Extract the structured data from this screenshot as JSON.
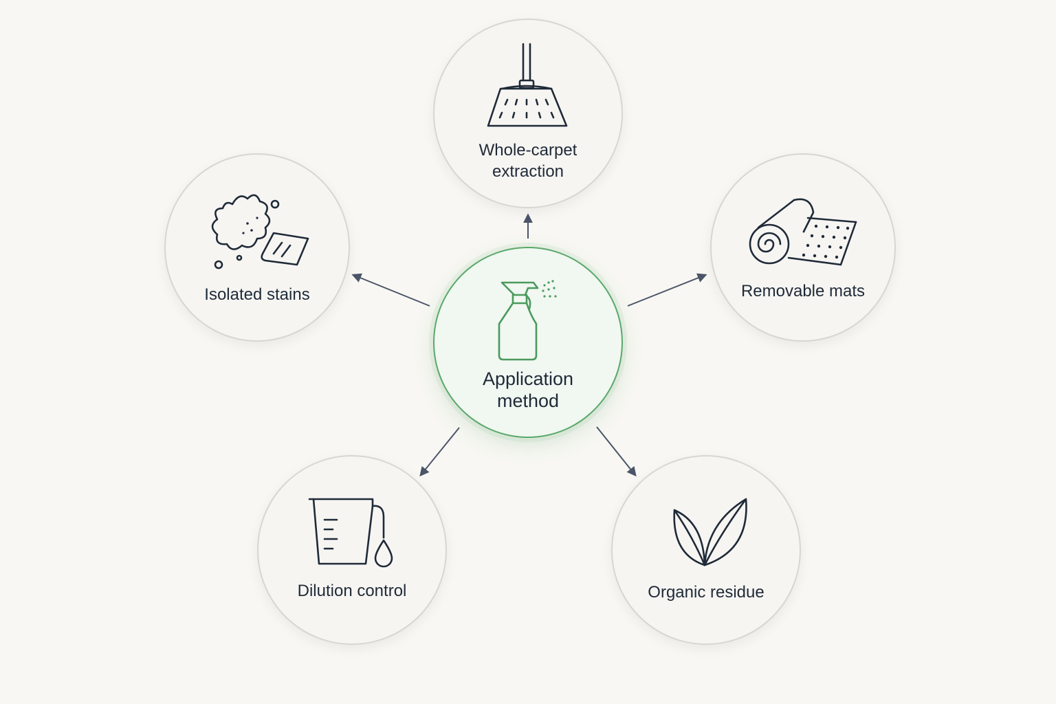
{
  "diagram": {
    "center": {
      "label": "Application\nmethod",
      "icon": "spray-bottle-icon"
    },
    "nodes": [
      {
        "id": "whole-carpet",
        "label": "Whole-carpet\nextraction",
        "icon": "carpet-extractor-icon"
      },
      {
        "id": "removable-mats",
        "label": "Removable mats",
        "icon": "rolled-mat-icon"
      },
      {
        "id": "organic-residue",
        "label": "Organic residue",
        "icon": "leaves-icon"
      },
      {
        "id": "dilution-control",
        "label": "Dilution control",
        "icon": "measuring-cup-icon"
      },
      {
        "id": "isolated-stains",
        "label": "Isolated stains",
        "icon": "stain-cloth-icon"
      }
    ],
    "colors": {
      "background": "#f8f7f3",
      "text": "#1f2a38",
      "accent_green": "#5aa86a",
      "arrow": "#4a5568",
      "node_border": "#d6d6d3"
    }
  }
}
